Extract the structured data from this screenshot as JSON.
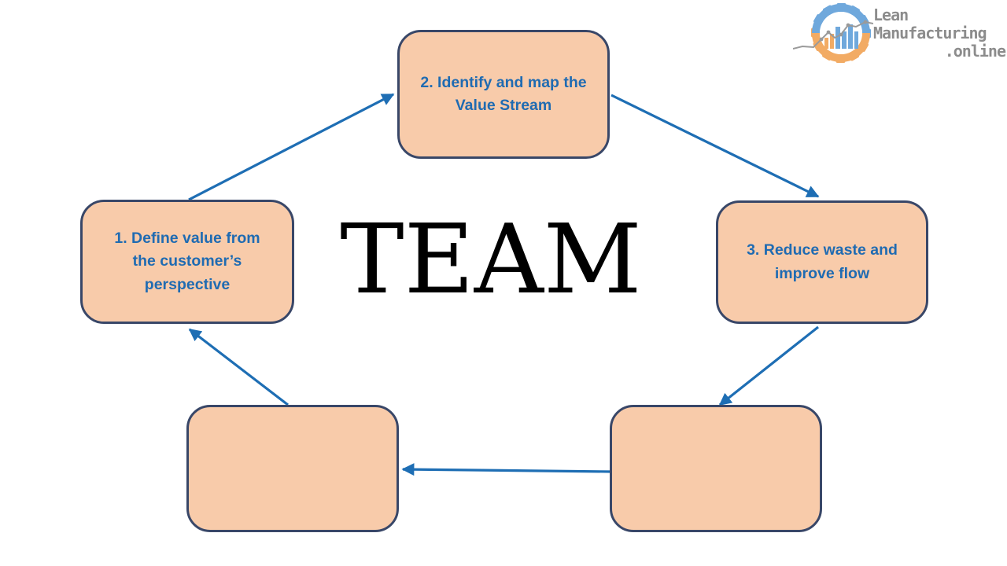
{
  "page": {
    "background": "#ffffff"
  },
  "center": {
    "label": "TEAM"
  },
  "cycle": {
    "boxes": [
      {
        "id": "define-value",
        "position": "left",
        "label": "1. Define value from the customer’s perspective"
      },
      {
        "id": "identify-map-value-stream",
        "position": "top",
        "label": "2. Identify and map the Value Stream"
      },
      {
        "id": "reduce-waste-improve-flow",
        "position": "right",
        "label": "3. Reduce waste and improve flow"
      },
      {
        "id": "empty-step-4",
        "position": "bottom-right",
        "label": ""
      },
      {
        "id": "empty-step-5",
        "position": "bottom-left",
        "label": ""
      }
    ],
    "colors": {
      "fill": "#f8cbaa",
      "border": "#394768",
      "text": "#1f6bb2",
      "arrow": "#1e6eb4"
    }
  },
  "logo": {
    "line1": "Lean",
    "line2": "Manufacturing",
    "line3": ".online",
    "colors": {
      "blue": "#6fa8dc",
      "orange": "#f2ab64",
      "gray": "#8c8c8c"
    }
  }
}
